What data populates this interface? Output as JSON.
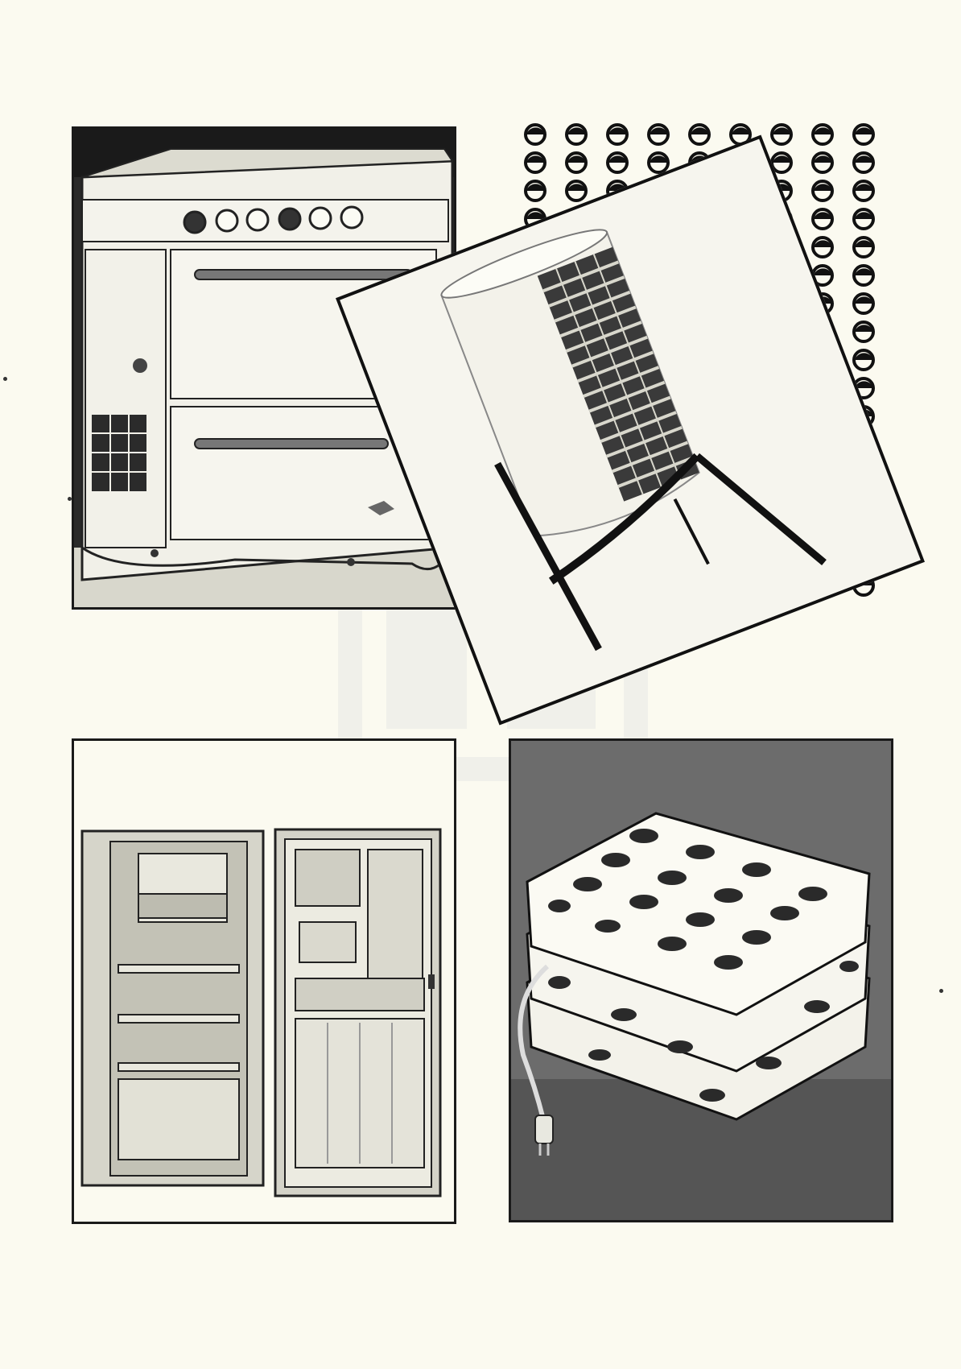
{
  "page": {
    "background": "#fbfaf0",
    "ink": "#1a1a1a"
  },
  "images": [
    {
      "name": "stove",
      "depicts": "electric-range-with-oven"
    },
    {
      "name": "heater",
      "depicts": "cylindrical-space-heater-on-legs"
    },
    {
      "name": "fridge",
      "depicts": "open-refrigerator"
    },
    {
      "name": "warmer",
      "depicts": "polka-dot-electric-bed-warmer-with-plug"
    }
  ]
}
